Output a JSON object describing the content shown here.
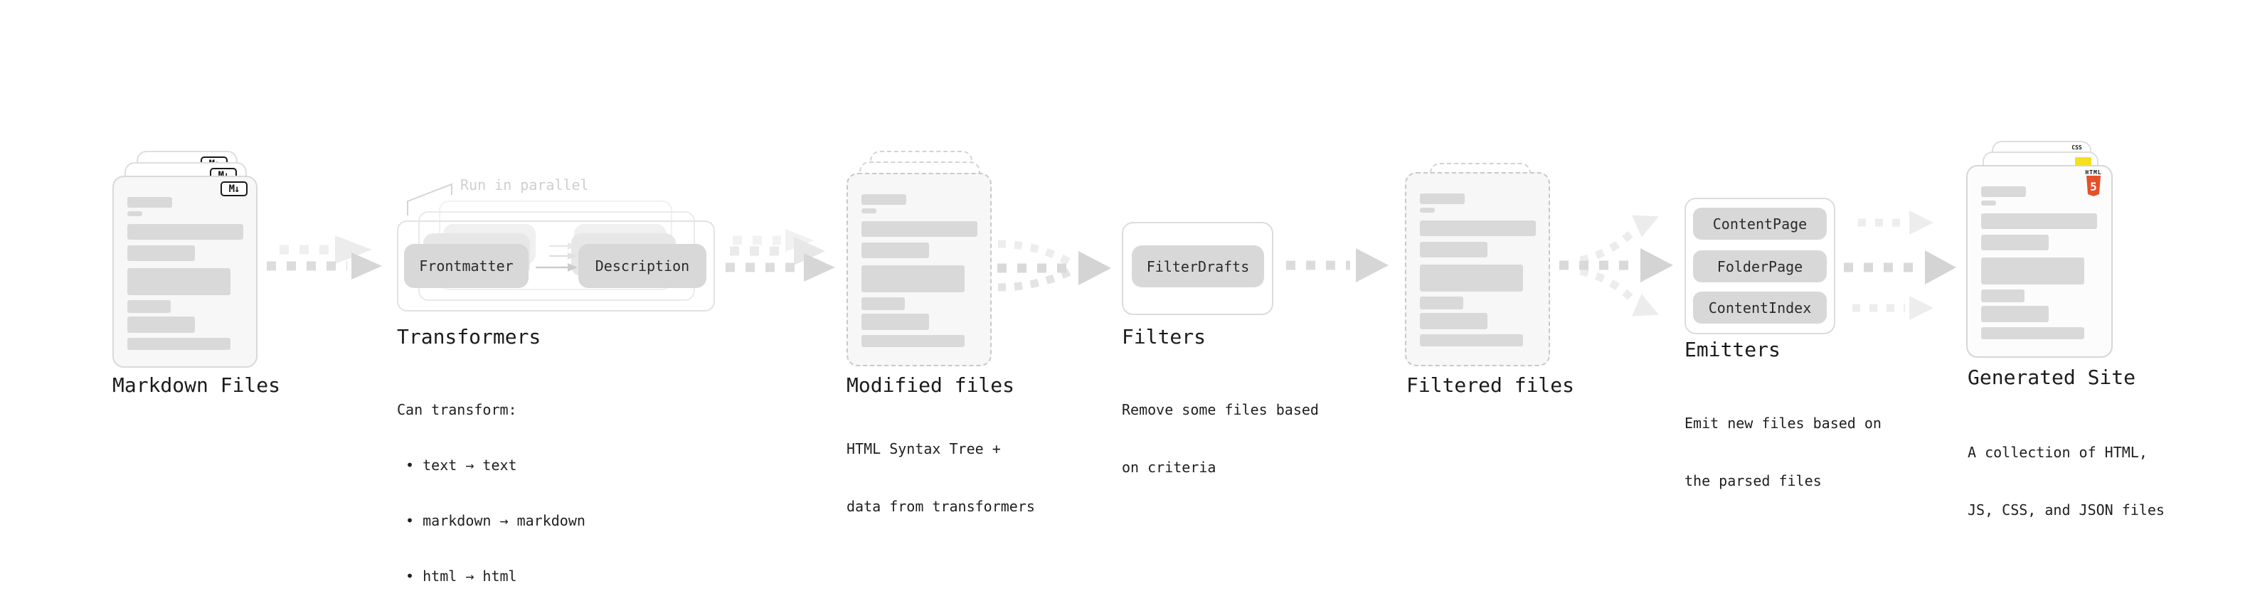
{
  "stages": {
    "markdown_files": {
      "title": "Markdown Files",
      "badge": "M↓"
    },
    "transformers": {
      "title": "Transformers",
      "annotation": "Run in parallel",
      "source_pill": "Frontmatter",
      "target_pill": "Description",
      "desc_lines": [
        "Can transform:",
        " • text → text",
        " • markdown → markdown",
        " • html → html"
      ]
    },
    "modified_files": {
      "title": "Modified files",
      "desc_lines": [
        "HTML Syntax Tree +",
        "data from transformers"
      ]
    },
    "filters": {
      "title": "Filters",
      "pill": "FilterDrafts",
      "desc_lines": [
        "Remove some files based",
        "on criteria"
      ]
    },
    "filtered_files": {
      "title": "Filtered files"
    },
    "emitters": {
      "title": "Emitters",
      "pills": [
        "ContentPage",
        "FolderPage",
        "ContentIndex"
      ],
      "desc_lines": [
        "Emit new files based on",
        "the parsed files"
      ]
    },
    "generated_site": {
      "title": "Generated Site",
      "badge_css": "CSS",
      "badge_html_label": "HTML",
      "badge_html_number": "5",
      "desc_lines": [
        "A collection of HTML,",
        "JS, CSS, and JSON files"
      ]
    }
  },
  "colors": {
    "html5_orange": "#e5502b",
    "js_yellow": "#f6df1d",
    "css_blue": "#2e6bf0",
    "skeleton_gray": "#d9d9d9",
    "arrow_gray": "#d6d6d6"
  }
}
